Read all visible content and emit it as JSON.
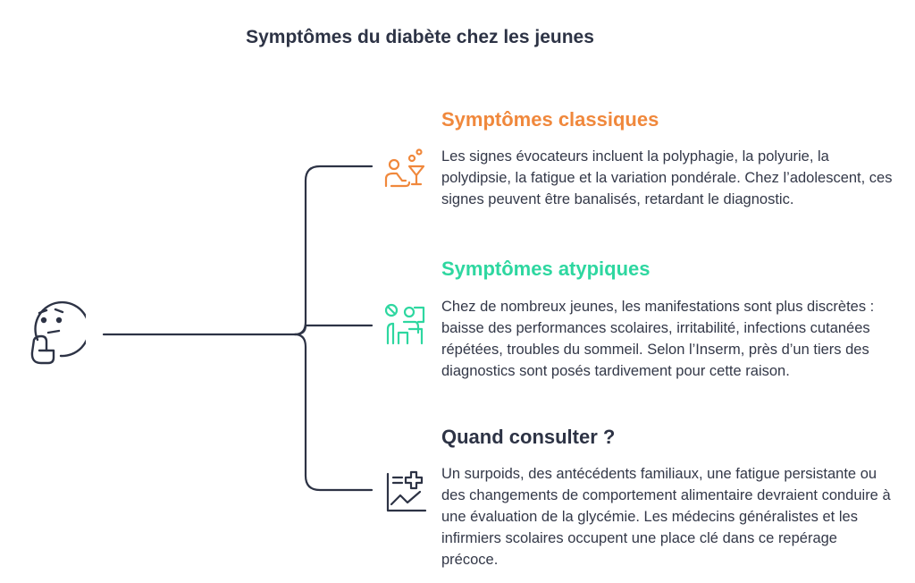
{
  "title": "Symptômes du diabète chez les jeunes",
  "colors": {
    "dark": "#2d3345",
    "orange": "#f0883c",
    "teal": "#2ed7a0"
  },
  "center": {
    "icon": "thinking-face-icon"
  },
  "branches": [
    {
      "heading": "Symptômes classiques",
      "heading_color": "#f0883c",
      "icon": "person-drink-icon",
      "body": "Les signes évocateurs incluent la polyphagie, la polyurie, la polydipsie, la fatigue et la variation pondérale. Chez l’adolescent, ces signes peuvent être banalisés, retardant le diagnostic."
    },
    {
      "heading": "Symptômes atypiques",
      "heading_color": "#2ed7a0",
      "icon": "person-at-desk-icon",
      "body": "Chez de nombreux jeunes, les manifestations sont plus discrètes : baisse des performances scolaires, irritabilité, infections cutanées répétées, troubles du sommeil. Selon l’Inserm, près d’un tiers des diagnostics sont posés tardivement pour cette raison."
    },
    {
      "heading": "Quand consulter ?",
      "heading_color": "#2d3345",
      "icon": "health-chart-icon",
      "body": "Un surpoids, des antécédents familiaux, une fatigue persistante ou des changements de comportement alimentaire devraient conduire à une évaluation de la glycémie. Les médecins généralistes et les infirmiers scolaires occupent une place clé dans ce repérage précoce."
    }
  ]
}
